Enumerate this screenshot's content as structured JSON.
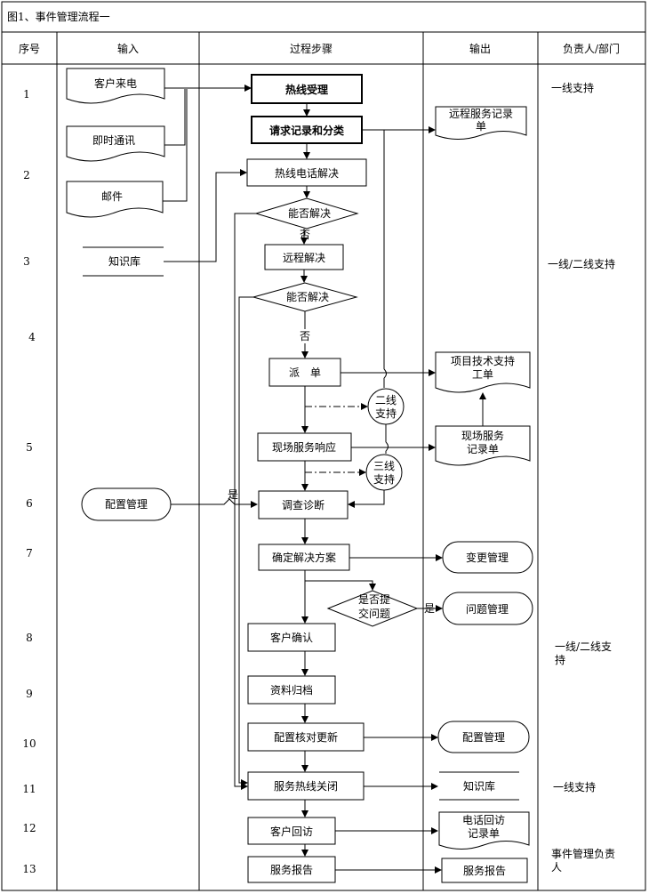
{
  "title": "图1、事件管理流程一",
  "headers": {
    "seq": "序号",
    "input": "输入",
    "process": "过程步骤",
    "output": "输出",
    "owner": "负责人/部门"
  },
  "seq_numbers": [
    "1",
    "2",
    "3",
    "4",
    "5",
    "6",
    "7",
    "8",
    "9",
    "10",
    "11",
    "12",
    "13"
  ],
  "inputs": {
    "call": "客户来电",
    "im": "即时通讯",
    "email": "邮件",
    "kb": "知识库",
    "config": "配置管理"
  },
  "steps": {
    "hotline_accept": "热线受理",
    "record_classify": "请求记录和分类",
    "phone_solve": "热线电话解决",
    "can_solve_1": "能否解决",
    "no_1": "否",
    "remote_solve": "远程解决",
    "can_solve_2": "能否解决",
    "no_2": "否",
    "dispatch": "派　单",
    "second_line_1": "二线",
    "second_line_2": "支持",
    "onsite": "现场服务响应",
    "third_line_1": "三线",
    "third_line_2": "支持",
    "diagnose": "调查诊断",
    "yes_left": "是",
    "determine": "确定解决方案",
    "submit_q_1": "是否提",
    "submit_q_2": "交问题",
    "yes_right": "是",
    "confirm": "客户确认",
    "archive": "资料归档",
    "config_update": "配置核对更新",
    "close": "服务热线关闭",
    "revisit": "客户回访",
    "report": "服务报告"
  },
  "outputs": {
    "remote_record_1": "远程服务记录",
    "remote_record_2": "单",
    "project_ticket_1": "项目技术支持",
    "project_ticket_2": "工单",
    "onsite_record_1": "现场服务",
    "onsite_record_2": "记录单",
    "change_mgmt": "变更管理",
    "problem_mgmt": "问题管理",
    "config_mgmt": "配置管理",
    "kb": "知识库",
    "phone_record_1": "电话回访",
    "phone_record_2": "记录单",
    "report": "服务报告"
  },
  "owners": {
    "row1": "一线支持",
    "row3": "一线/二线支持",
    "row8_1": "一线/二线支",
    "row8_2": "持",
    "row11": "一线支持",
    "row13_1": "事件管理负责",
    "row13_2": "人"
  }
}
